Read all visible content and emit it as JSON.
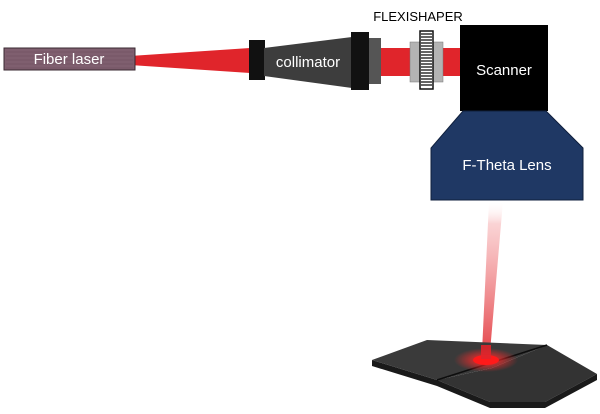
{
  "components": {
    "fiber_laser": {
      "label": "Fiber laser"
    },
    "collimator": {
      "label": "collimator"
    },
    "flexishaper": {
      "label": "FLEXISHAPER"
    },
    "scanner": {
      "label": "Scanner"
    },
    "ftheta_lens": {
      "label": "F-Theta Lens"
    }
  },
  "colors": {
    "beam": "#e0252b",
    "fiber_laser_fill": "#7f5f6f",
    "collimator_body": "#3d3d3d",
    "mount_black": "#111111",
    "shaper_grey": "#b3b3b3",
    "scanner_fill": "#000000",
    "lens_fill": "#1f3864",
    "plate_top": "#3a3a3a",
    "plate_side": "#1a1a1a"
  },
  "icons": {
    "shaper_grating": "striped-grating-icon",
    "laser_spot": "glowing-spot-icon"
  }
}
